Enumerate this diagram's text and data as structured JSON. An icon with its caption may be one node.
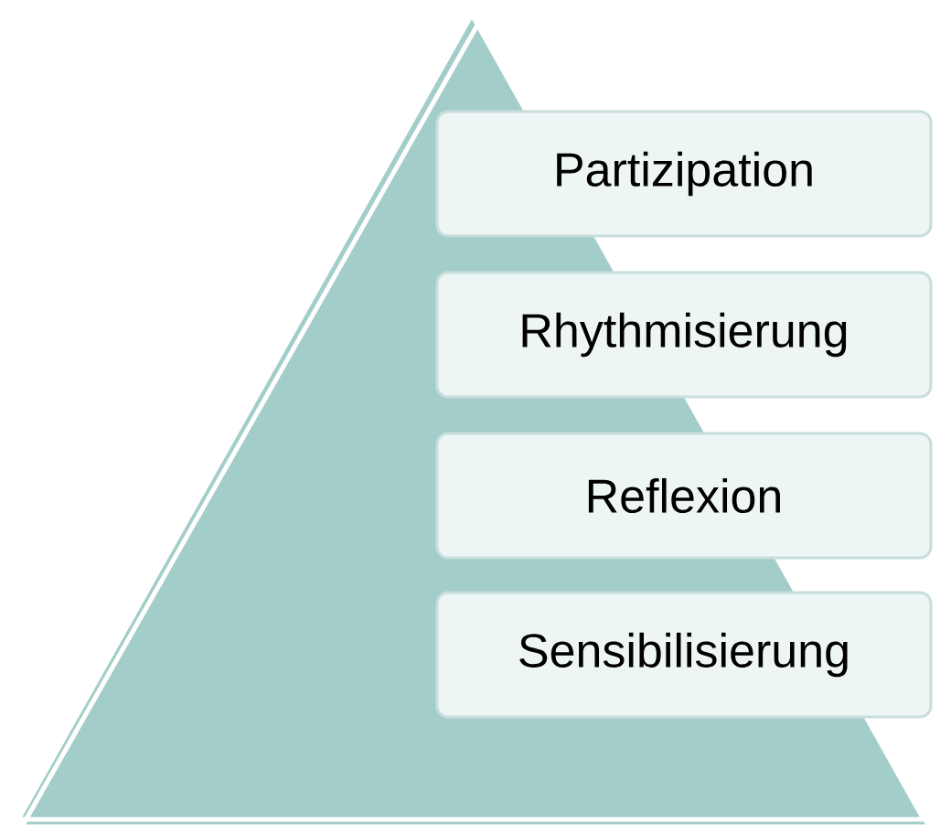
{
  "diagram": {
    "nodes": [
      {
        "text": [
          "Partizipation"
        ]
      },
      {
        "text": [
          "Rhythmisierung"
        ]
      },
      {
        "text": [
          "Reflexion"
        ]
      },
      {
        "text": [
          "Sensibilisierung"
        ]
      }
    ]
  }
}
